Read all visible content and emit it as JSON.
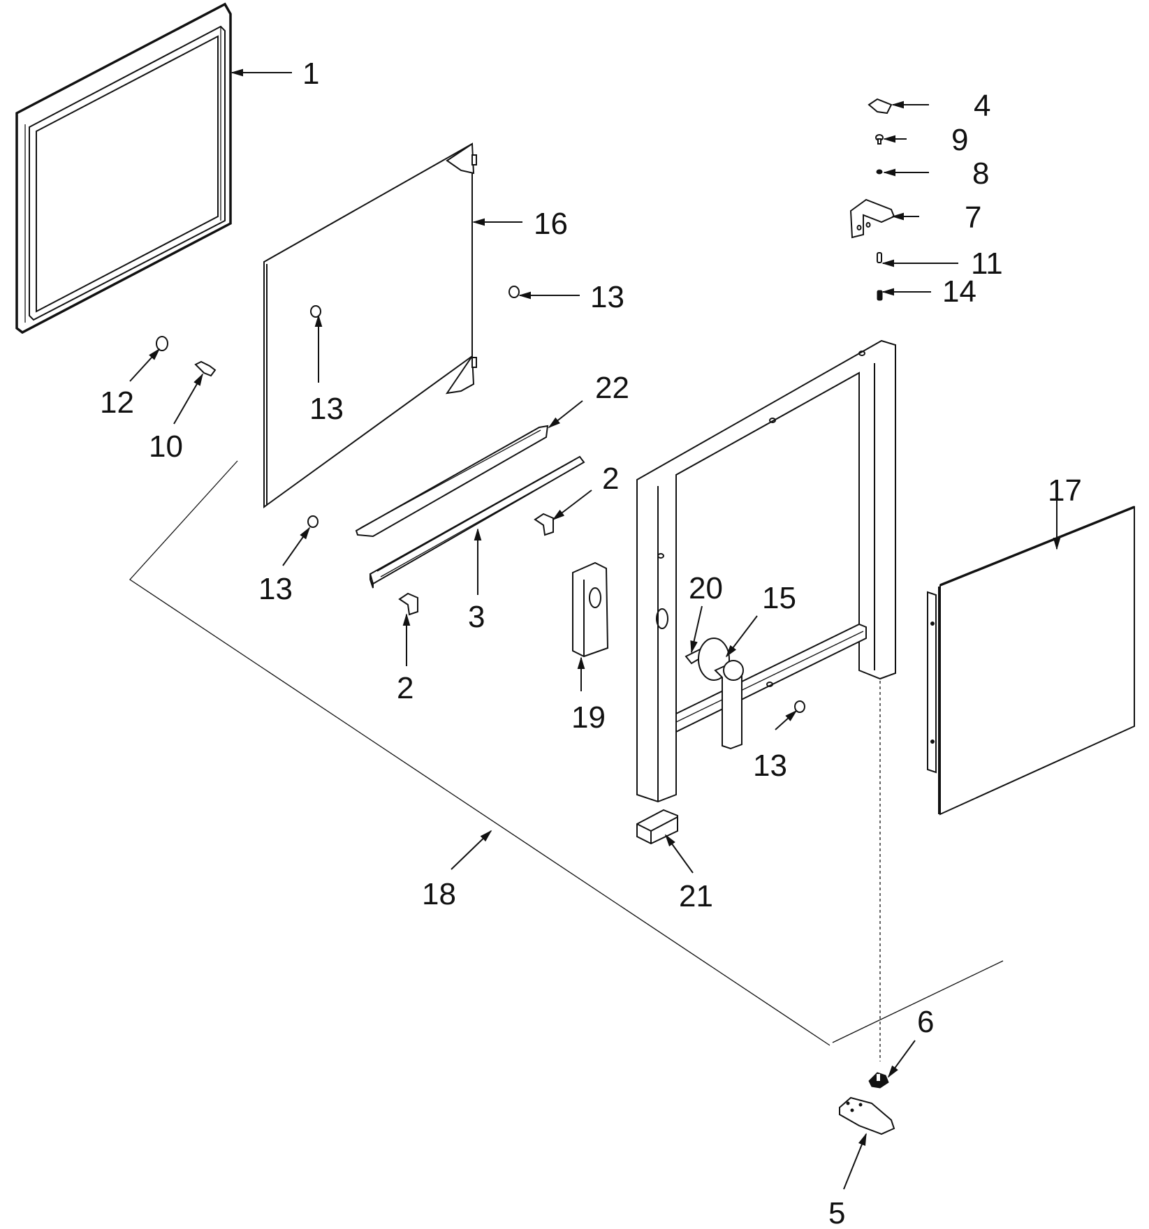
{
  "diagram": {
    "type": "exploded-parts-view",
    "colors": {
      "ink": "#111111",
      "background": "#ffffff"
    },
    "callouts": [
      {
        "id": "c1",
        "label": "1",
        "part": "door-gasket-frame"
      },
      {
        "id": "c2a",
        "label": "2",
        "part": "angle-bracket-right"
      },
      {
        "id": "c2b",
        "label": "2",
        "part": "angle-bracket-left"
      },
      {
        "id": "c3",
        "label": "3",
        "part": "slide-rail"
      },
      {
        "id": "c4",
        "label": "4",
        "part": "top-hinge-cap"
      },
      {
        "id": "c5",
        "label": "5",
        "part": "bottom-hinge"
      },
      {
        "id": "c6",
        "label": "6",
        "part": "hinge-bushing"
      },
      {
        "id": "c7",
        "label": "7",
        "part": "top-hinge-bracket"
      },
      {
        "id": "c8",
        "label": "8",
        "part": "washer"
      },
      {
        "id": "c9",
        "label": "9",
        "part": "screw"
      },
      {
        "id": "c10",
        "label": "10",
        "part": "latch-pin"
      },
      {
        "id": "c11",
        "label": "11",
        "part": "hinge-pin"
      },
      {
        "id": "c12",
        "label": "12",
        "part": "knob"
      },
      {
        "id": "c13a",
        "label": "13",
        "part": "plug-upper-right"
      },
      {
        "id": "c13b",
        "label": "13",
        "part": "plug-panel"
      },
      {
        "id": "c13c",
        "label": "13",
        "part": "plug-lower-left"
      },
      {
        "id": "c13d",
        "label": "13",
        "part": "plug-frame"
      },
      {
        "id": "c14",
        "label": "14",
        "part": "spring-pin"
      },
      {
        "id": "c15",
        "label": "15",
        "part": "door-handle"
      },
      {
        "id": "c16",
        "label": "16",
        "part": "inner-door-panel"
      },
      {
        "id": "c17",
        "label": "17",
        "part": "outer-door-panel"
      },
      {
        "id": "c18",
        "label": "18",
        "part": "door-assembly-complete"
      },
      {
        "id": "c19",
        "label": "19",
        "part": "switch-box"
      },
      {
        "id": "c20",
        "label": "20",
        "part": "handle-catch"
      },
      {
        "id": "c21",
        "label": "21",
        "part": "bumper-block"
      },
      {
        "id": "c22",
        "label": "22",
        "part": "rail-cover"
      }
    ]
  }
}
